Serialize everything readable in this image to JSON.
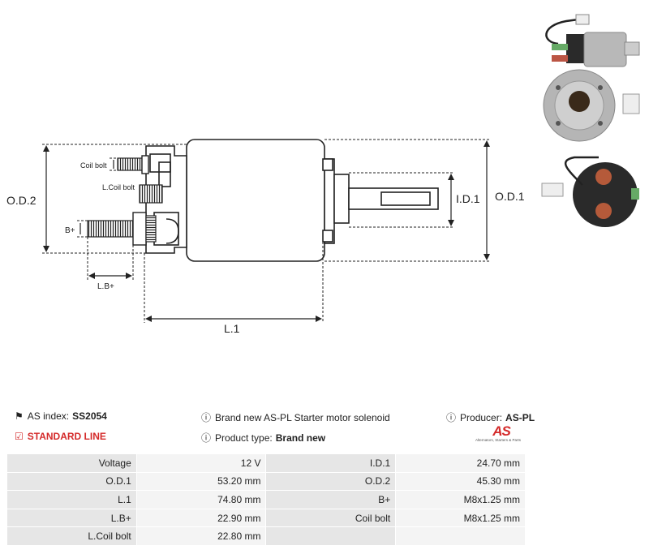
{
  "drawing": {
    "od2": "O.D.2",
    "od1": "O.D.1",
    "id1": "I.D.1",
    "l1": "L.1",
    "lbplus": "L.B+",
    "bplus": "B+",
    "coil_bolt": "Coil bolt",
    "l_coil_bolt": "L.Coil bolt"
  },
  "info": {
    "as_index_label": "AS index:",
    "as_index_value": "SS2054",
    "description": "Brand new AS-PL Starter motor solenoid",
    "producer_label": "Producer:",
    "producer_value": "AS-PL",
    "standard_line": "STANDARD LINE",
    "product_type_label": "Product type:",
    "product_type_value": "Brand new",
    "logo_text": "AS",
    "logo_sub": "Alternators, Starters & Parts"
  },
  "specs": [
    [
      "Voltage",
      "12 V",
      "I.D.1",
      "24.70 mm"
    ],
    [
      "O.D.1",
      "53.20 mm",
      "O.D.2",
      "45.30 mm"
    ],
    [
      "L.1",
      "74.80 mm",
      "B+",
      "M8x1.25 mm"
    ],
    [
      "L.B+",
      "22.90 mm",
      "Coil bolt",
      "M8x1.25 mm"
    ],
    [
      "L.Coil bolt",
      "22.80 mm",
      "",
      ""
    ]
  ]
}
